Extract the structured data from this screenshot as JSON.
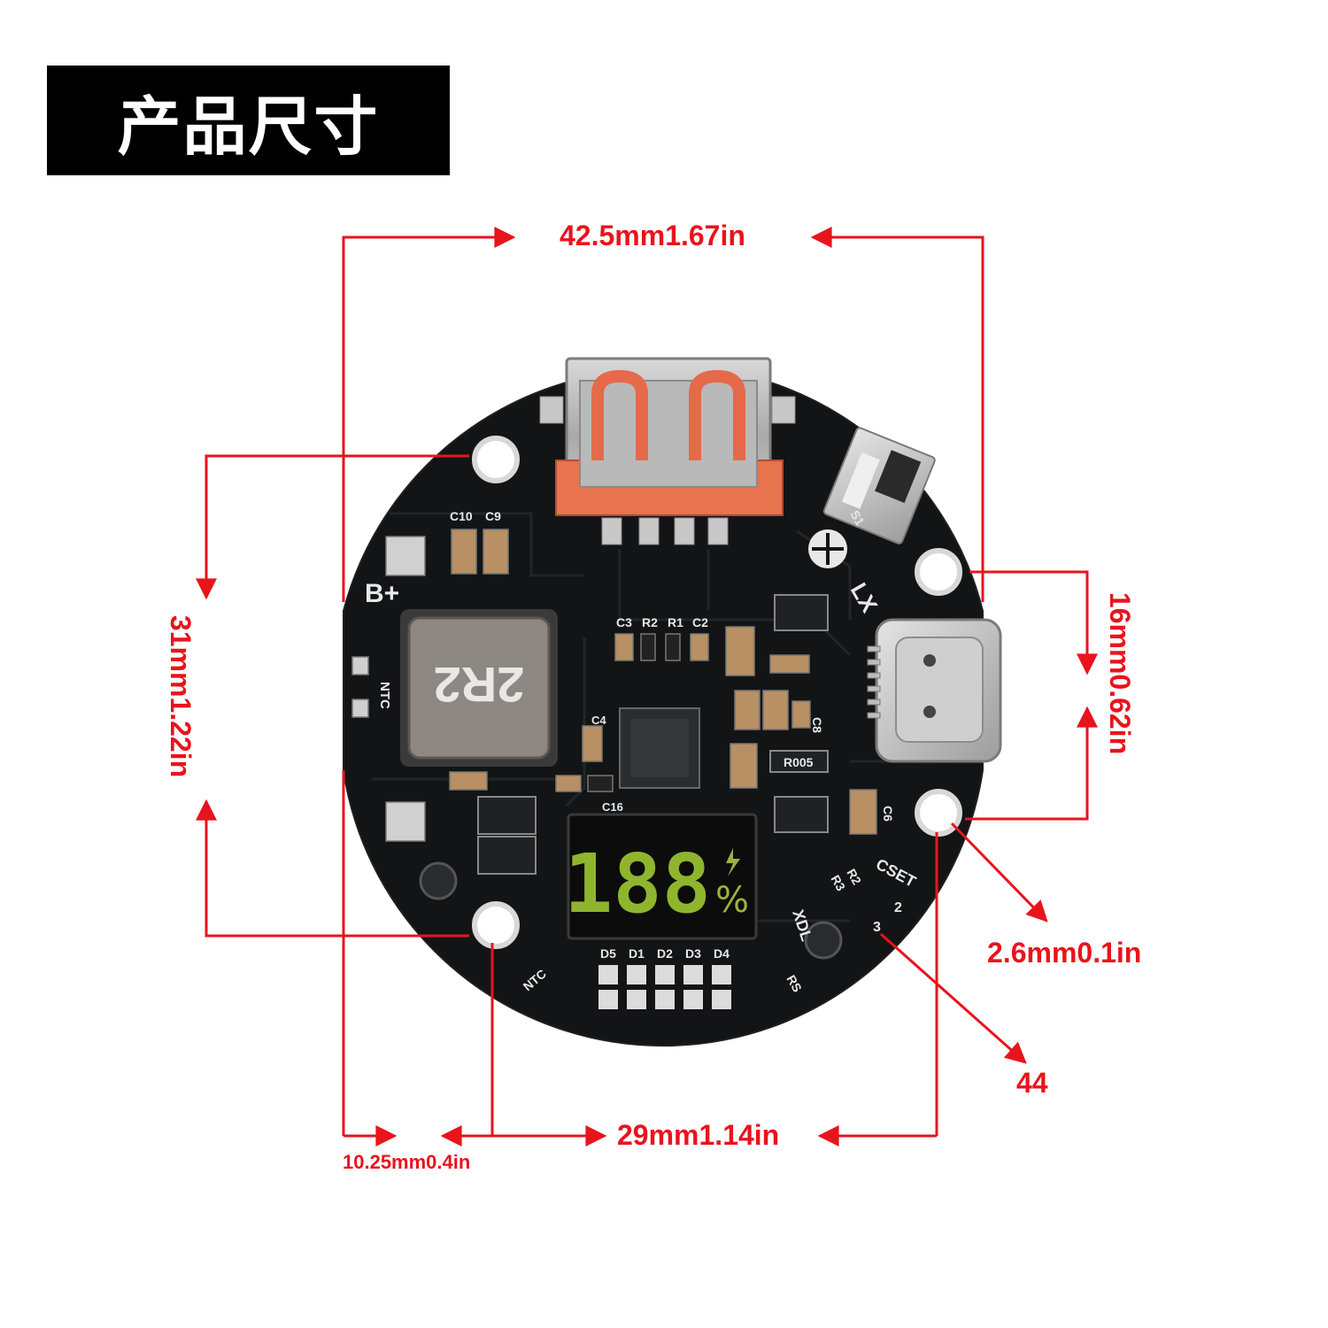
{
  "title": "产品尺寸",
  "dimensions": {
    "width": "42.5mm1.67in",
    "height": "31mm1.22in",
    "hole_spacing_vertical": "16mm0.62in",
    "hole_diameter": "2.6mm0.1in",
    "callout": "44",
    "hole_spacing_horizontal": "29mm1.14in",
    "edge_offset": "10.25mm0.4in"
  },
  "board_silkscreen": {
    "battery_plus": "B+",
    "ntc_left": "NTC",
    "ntc_bottom": "NTC",
    "brand": "LX",
    "switch": "S1",
    "inductor_code": "2R2",
    "cset": "CSET",
    "xdl": "XDL",
    "rs": "RS",
    "caps_top": [
      "C10",
      "C9"
    ],
    "parts_middle": [
      "C3",
      "R2",
      "R1",
      "C2"
    ],
    "c4": "C4",
    "c8": "C8",
    "c6": "C6",
    "c16": "C16",
    "r005": "R005",
    "r2": "R2",
    "r3": "R3",
    "cset_options": [
      "2",
      "3"
    ],
    "leds": [
      "D5",
      "D1",
      "D2",
      "D3",
      "D4"
    ]
  },
  "display": {
    "digits": "188",
    "percent": "%"
  },
  "colors": {
    "annotation": "#e8141c",
    "pcb": "#111213",
    "title_bg": "#000000"
  }
}
